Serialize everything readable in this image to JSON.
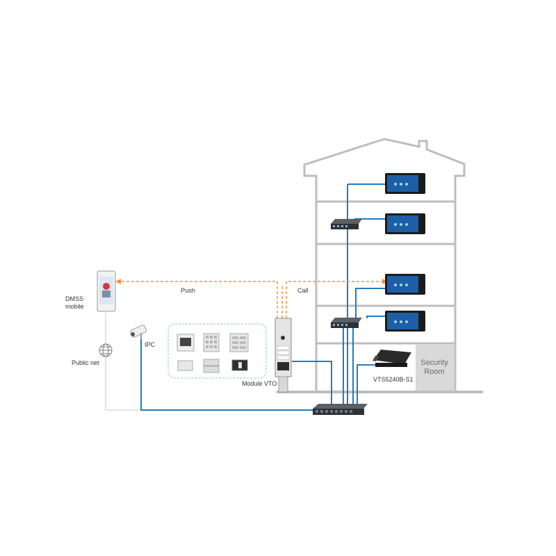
{
  "labels": {
    "dmss": "DMSS",
    "mobile": "mobile",
    "push": "Push",
    "call": "Call",
    "ipc": "IPC",
    "public_net": "Public net",
    "module_vto": "Module VTO",
    "vts": "VTS5240B-S1",
    "security": "Security",
    "room": "Room"
  },
  "colors": {
    "building_outline": "#bdbdbd",
    "cable": "#1f7bc4",
    "signal": "#f0923a",
    "monitor_screen": "#1c5fa6",
    "switch_body": "#2c3136",
    "security_room_fill": "#d9d9d9",
    "module_panel_border": "#7cc8d6"
  },
  "icons": [
    "smartphone-icon",
    "globe-icon",
    "bullet-camera-icon",
    "door-station-icon",
    "network-switch-icon",
    "indoor-monitor-icon",
    "master-station-icon"
  ]
}
